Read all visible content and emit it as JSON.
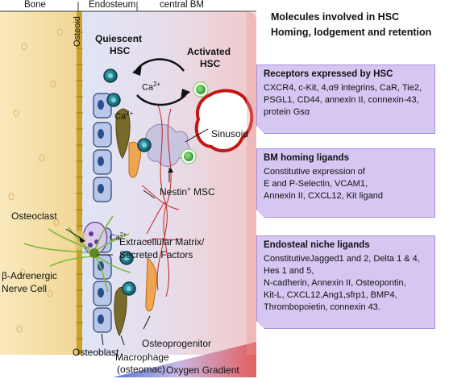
{
  "headers": {
    "bone": "Bone",
    "endosteum": "Endosteum",
    "central_bm": "central BM",
    "osteoid": "Osteoid"
  },
  "title": {
    "line1": "Molecules involved in HSC",
    "line2": "Homing, lodgement and retention"
  },
  "labels": {
    "quiescent_hsc_1": "Quiescent",
    "quiescent_hsc_2": "HSC",
    "activated_hsc_1": "Activated",
    "activated_hsc_2": "HSC",
    "ca_top": "Ca",
    "ca_mid": "Ca",
    "ca_low": "Ca",
    "ca_sup": "2+",
    "sinusoid": "Sinusoid",
    "nestin_msc": "Nestin",
    "nestin_sup": "+",
    "nestin_msc_tail": " MSC",
    "osteoclast": "Osteoclast",
    "adrenergic_1": "β-Adrenergic",
    "adrenergic_2": "Nerve Cell",
    "ecm_1": "Extracellular Matrix/",
    "ecm_2": "Secreted Factors",
    "osteoprogenitor": "Osteoprogenitor",
    "osteoblast": "Osteoblast",
    "macrophage_1": "Macrophage",
    "macrophage_2": "(osteomac)"
  },
  "boxes": {
    "receptors": {
      "title": "Receptors expressed by HSC",
      "lines": [
        "CXCR4, c-Kit, 4,α9 integrins, CaR, Tie2,",
        "PSGL1, CD44,  annexin II, connexin-43,",
        "protein Gsα"
      ]
    },
    "homing": {
      "title": "BM homing ligands",
      "lines": [
        "Constitutive expression of",
        "E and P-Selectin, VCAM1,",
        "Annexin II, CXCL12, Kit ligand"
      ]
    },
    "endosteal": {
      "title": "Endosteal niche ligands",
      "lines": [
        "ConstitutiveJagged1 and 2, Delta 1 & 4,",
        "Hes 1 and 5,",
        "N-cadherin, Annexin II, Osteopontin,",
        "Kit-L, CXCL12,Ang1,sfrp1, BMP4,",
        "Thrombopoietin, connexin 43."
      ]
    }
  },
  "gradient": {
    "label": "Oxygen Gradient",
    "low_color": "#5b7fd6",
    "high_color": "#e46a6a"
  },
  "colors": {
    "bone": "#f6e3b2",
    "endosteum": "#dfe4f6",
    "central_bm": "#f3d2d2",
    "box_fill": "#d6c6f2",
    "hsc_teal": "#1f7d8c",
    "activated_green": "#3fb24a"
  }
}
